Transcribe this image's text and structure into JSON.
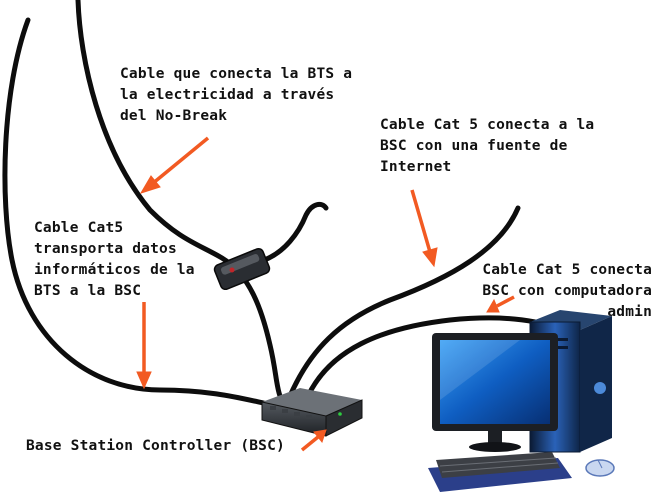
{
  "annotations": {
    "power_cable": "Cable que conecta la BTS a\nla electricidad a través\ndel No-Break",
    "internet_cable": "Cable Cat 5 conecta a la\nBSC con una fuente de\nInternet",
    "bts_data_cable": "Cable Cat5\ntransporta datos\ninformáticos de la\nBTS a la BSC",
    "admin_cable": "Cable Cat 5 conecta\nBSC con computadora\nadmin",
    "bsc_label": "Base Station Controller (BSC)"
  },
  "colors": {
    "arrow": "#f25a22",
    "cable": "#0d0d0d",
    "monitor_frame": "#1c1f24",
    "screen": "#1266c8",
    "tower_blue": "#1f4f9e"
  }
}
